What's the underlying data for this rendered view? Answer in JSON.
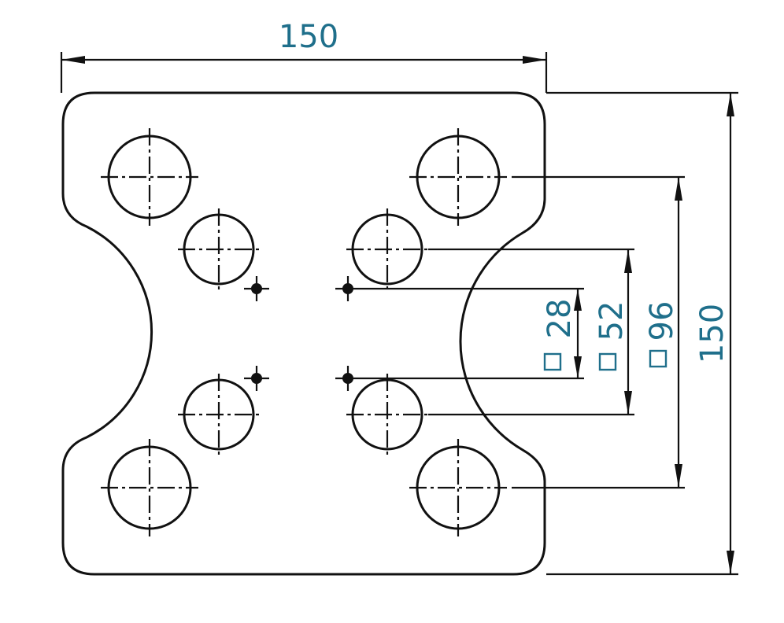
{
  "drawing": {
    "dimensions": {
      "overall_width": "150",
      "overall_height": "150",
      "square_96": "96",
      "square_52": "52",
      "square_28": "28"
    },
    "colors": {
      "line": "#111111",
      "dimension_text": "#1f6f8b"
    }
  }
}
